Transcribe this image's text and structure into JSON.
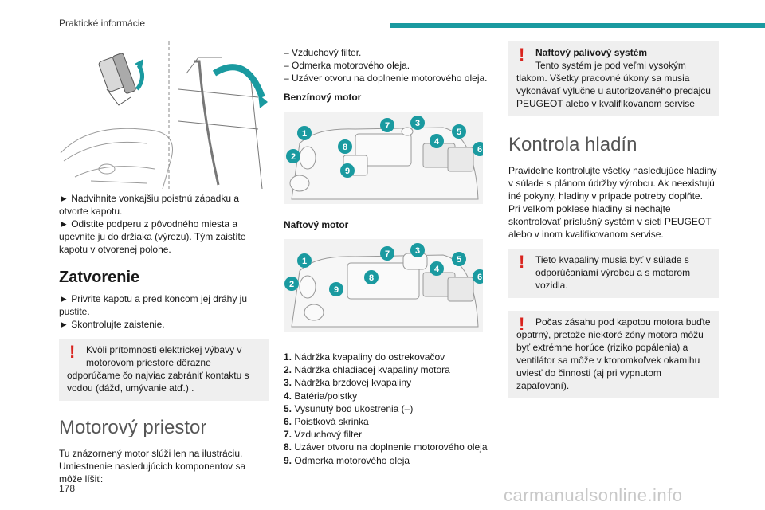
{
  "header": {
    "title": "Praktické informácie"
  },
  "col1": {
    "instructions_open": [
      "► Nadvihnite vonkajšiu poistnú západku a otvorte kapotu.",
      "► Odistite podperu z pôvodného miesta a upevnite ju do držiaka (výrezu). Tým zaistíte kapotu v otvorenej polohe."
    ],
    "close_title": "Zatvorenie",
    "close_steps": [
      "► Privrite kapotu a pred koncom jej dráhy ju pustite.",
      "► Skontrolujte zaistenie."
    ],
    "warning": {
      "line1": "Kvôli prítomnosti elektrickej výbavy v motorovom priestore dôrazne",
      "line2": "odporúčame čo najviac zabrániť kontaktu s vodou (dážď, umývanie atď.) ."
    },
    "engine_bay_title": "Motorový priestor",
    "engine_bay_text": "Tu znázornený motor slúži len na ilustráciu. Umiestnenie nasledujúcich komponentov sa môže líšiť:"
  },
  "col2": {
    "dash_items": [
      "– Vzduchový filter.",
      "– Odmerka motorového oleja.",
      "– Uzáver otvoru na doplnenie motorového oleja."
    ],
    "petrol_title": "Benzínový motor",
    "diesel_title": "Naftový motor",
    "callout_numbers": [
      "1",
      "2",
      "3",
      "4",
      "5",
      "6",
      "7",
      "8",
      "9"
    ],
    "legend": [
      {
        "num": "1.",
        "text": "Nádržka kvapaliny do ostrekovačov"
      },
      {
        "num": "2.",
        "text": "Nádržka chladiacej kvapaliny motora"
      },
      {
        "num": "3.",
        "text": "Nádržka brzdovej kvapaliny"
      },
      {
        "num": "4.",
        "text": "Batéria/poistky"
      },
      {
        "num": "5.",
        "text": "Vysunutý bod ukostrenia (–)"
      },
      {
        "num": "6.",
        "text": "Poistková skrinka"
      },
      {
        "num": "7.",
        "text": "Vzduchový filter"
      },
      {
        "num": "8.",
        "text": "Uzáver otvoru na doplnenie motorového oleja"
      },
      {
        "num": "9.",
        "text": "Odmerka motorového oleja"
      }
    ]
  },
  "col3": {
    "fuel_warning": {
      "title": "Naftový palivový systém",
      "line1": "Tento systém je pod veľmi vysokým",
      "rest": "tlakom. Všetky pracovné úkony sa musia vykonávať výlučne u autorizovaného predajcu PEUGEOT alebo v kvalifikovanom servise"
    },
    "levels_title": "Kontrola hladín",
    "levels_text1": "Pravidelne kontrolujte všetky nasledujúce hladiny v súlade s plánom údržby výrobcu. Ak neexistujú iné pokyny, hladiny v prípade potreby doplňte.",
    "levels_text2": "Pri veľkom poklese hladiny si nechajte skontrolovať príslušný systém v sieti PEUGEOT alebo v inom kvalifikovanom servise.",
    "warn2": {
      "line1": "Tieto kvapaliny musia byť v súlade s",
      "rest": "odporúčaniami výrobcu a s motorom vozidla."
    },
    "warn3": {
      "line1": "Počas zásahu pod kapotou motora buďte",
      "rest": "opatrný, pretože niektoré zóny motora môžu byť extrémne horúce (riziko popálenia) a ventilátor sa môže v ktoromkoľvek okamihu uviesť do činnosti (aj pri vypnutom zapaľovaní)."
    }
  },
  "footer": {
    "page_number": "178",
    "watermark": "carmanualsonline.info"
  },
  "colors": {
    "accent": "#1a9aa0",
    "warning": "#d9231d",
    "callout": "#1a9aa0"
  }
}
